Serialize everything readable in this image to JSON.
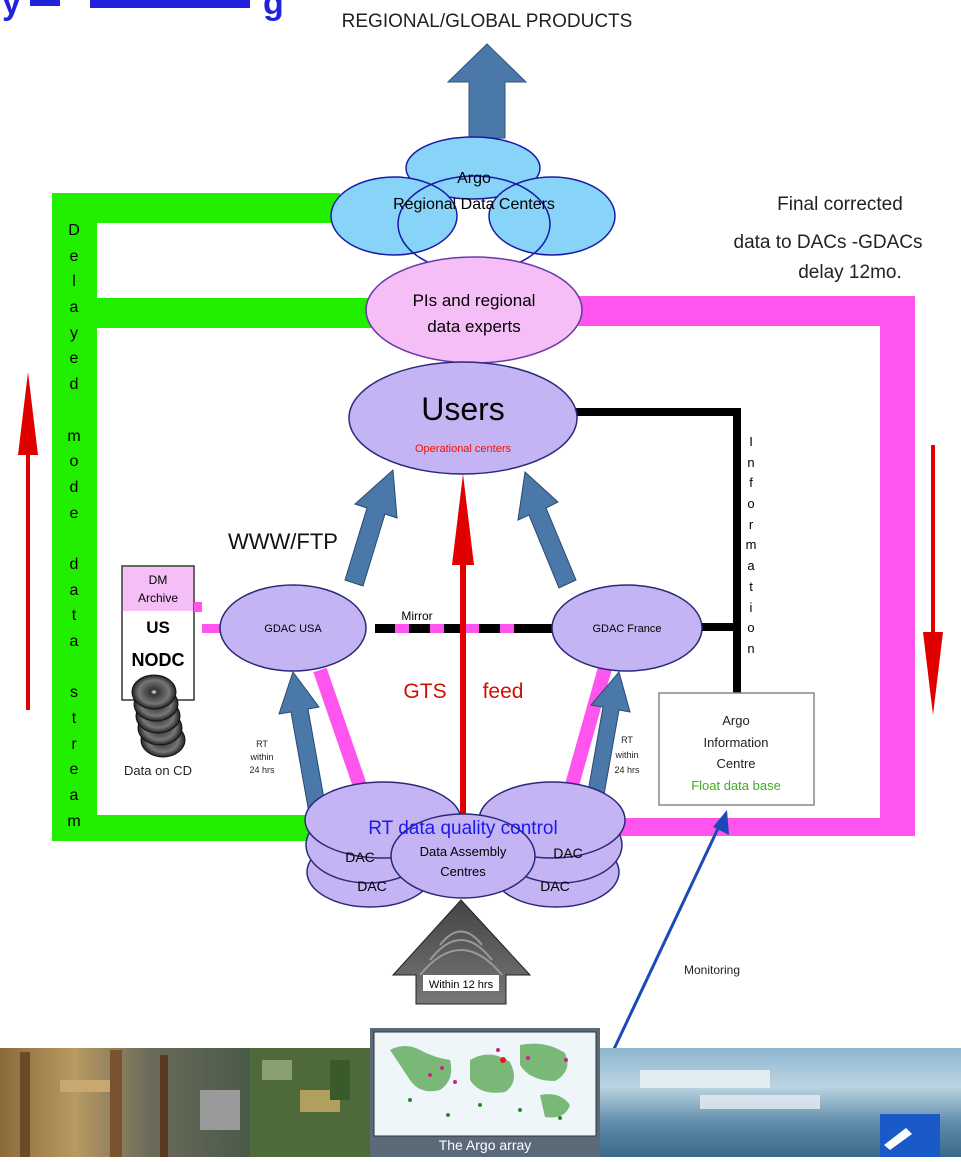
{
  "header": {
    "partial_title": "y",
    "partial_title_2": "g",
    "top_products": "REGIONAL/GLOBAL  PRODUCTS"
  },
  "regional_centers": {
    "line1": "Argo",
    "line2": "Regional Data Centers"
  },
  "final_corrected": {
    "line1": "Final corrected",
    "line2": "data to DACs -GDACs",
    "line3": "delay 12mo."
  },
  "pis": {
    "line1": "PIs and regional",
    "line2": "data experts"
  },
  "users": {
    "title": "Users",
    "subtitle": "Operational centers"
  },
  "delayed_stream": {
    "letters": [
      "D",
      "e",
      "l",
      "a",
      "y",
      "e",
      "d",
      "",
      "m",
      "o",
      "d",
      "e",
      "",
      "d",
      "a",
      "t",
      "a",
      "",
      "s",
      "t",
      "r",
      "e",
      "a",
      "m"
    ]
  },
  "information": {
    "letters": [
      "I",
      "n",
      "f",
      "o",
      "r",
      "m",
      "a",
      "t",
      "i",
      "o",
      "n"
    ]
  },
  "www_ftp": "WWW/FTP",
  "mirror": "Mirror",
  "gdac_usa": "GDAC USA",
  "gdac_france": "GDAC France",
  "gts": {
    "word1": "GTS",
    "word2": "feed"
  },
  "dm_archive": {
    "line1": "DM",
    "line2": "Archive",
    "line3": "US",
    "line4": "NODC"
  },
  "data_on_cd": "Data on CD",
  "rt_left": {
    "line1": "RT",
    "line2": "within",
    "line3": "24 hrs"
  },
  "rt_right": {
    "line1": "RT",
    "line2": "within",
    "line3": "24 hrs"
  },
  "aic": {
    "line1": "Argo",
    "line2": "Information",
    "line3": "Centre",
    "line4": "Float data base"
  },
  "dac_cluster": {
    "title": "RT data quality control",
    "dac": "DAC",
    "center_line1": "Data Assembly",
    "center_line2": "Centres"
  },
  "within_12": "Within 12 hrs",
  "monitoring": "Monitoring",
  "argo_array": "The Argo array",
  "colors": {
    "green": "#22ee00",
    "magenta": "#ff55ee",
    "lavender": "#c4b4f4",
    "light_blue": "#88d4f8",
    "pink": "#f6bef6",
    "red_arrow": "#e00000",
    "blue_arrow": "#4a78a8",
    "title_blue": "#2222dd",
    "red_text": "#ee1100",
    "green_text": "#44aa22"
  }
}
